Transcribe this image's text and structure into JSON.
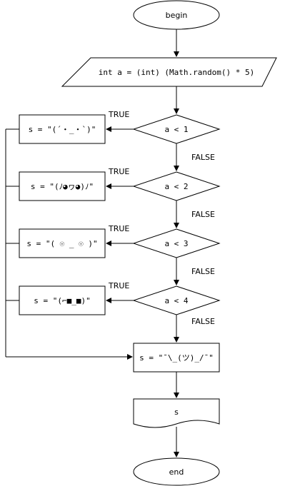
{
  "flowchart": {
    "start_label": "begin",
    "init_label": "int a = (int) (Math.random() * 5)",
    "conditions": [
      {
        "test": "a < 1",
        "true_label": "TRUE",
        "false_label": "FALSE",
        "assign": "s = \"(´・_・`)\""
      },
      {
        "test": "a < 2",
        "true_label": "TRUE",
        "false_label": "FALSE",
        "assign": "s = \"(ﾉ◕ヮ◕)ﾉ\""
      },
      {
        "test": "a < 3",
        "true_label": "TRUE",
        "false_label": "FALSE",
        "assign": "s = \"( ☉ _ ☉ )\""
      },
      {
        "test": "a < 4",
        "true_label": "TRUE",
        "false_label": "FALSE",
        "assign": "s = \"(⌐■_■)\""
      }
    ],
    "default_assign": "s = \"¯\\_(ツ)_/¯\"",
    "output_label": "s",
    "end_label": "end"
  }
}
